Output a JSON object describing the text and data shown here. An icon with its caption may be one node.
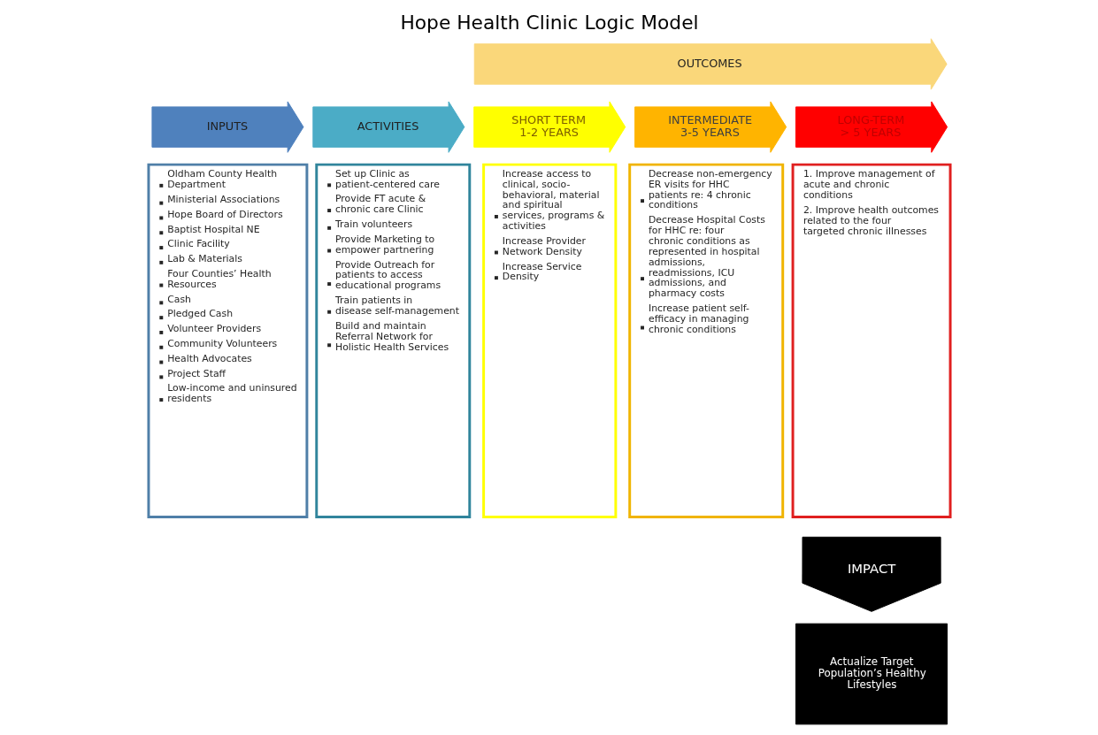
{
  "diagram": {
    "title": "Hope Health Clinic Logic Model",
    "nodes": [
      {
        "text": [
          "INPUTS"
        ]
      },
      {
        "text": [
          "ACTIVITIES"
        ]
      },
      {
        "text": [
          "OUTCOMES"
        ]
      },
      {
        "text": [
          "SHORT TERM 1-2 YEARS"
        ]
      },
      {
        "text": [
          "INTERMEDIATE 3-5 YEARS"
        ]
      },
      {
        "text": [
          "LONG-TERM > 5 YEARS"
        ]
      },
      {
        "text": [
          "Oldham County Health Department",
          "Ministerial Associations",
          "Hope Board of Directors",
          "Baptist Hospital NE",
          "Clinic Facility",
          "Lab & Materials",
          "Four Counties’ Health Resources",
          "Cash",
          "Pledged Cash",
          "Volunteer Providers",
          "Community Volunteers",
          "Health Advocates",
          "Project Staff",
          "Low-income and uninsured residents"
        ]
      },
      {
        "text": [
          "Set up Clinic as patient-centered care",
          "Provide FT acute & chronic care Clinic",
          "Train volunteers",
          "Provide Marketing to empower partnering",
          "Provide Outreach for patients to access educational programs",
          "Train patients in disease self-management",
          "Build and maintain Referral Network for Holistic Health Services"
        ]
      },
      {
        "text": [
          "Increase access to clinical, socio-behavioral, material and spiritual services, programs & activities",
          "Increase Provider Network Density",
          "Increase Service Density"
        ]
      },
      {
        "text": [
          "Decrease non-emergency ER visits for HHC patients re: 4 chronic conditions",
          "Decrease Hospital Costs for HHC re: four chronic conditions as represented in hospital admissions, readmissions, ICU admissions, and pharmacy costs",
          "Increase patient self-efficacy in managing chronic conditions"
        ]
      },
      {
        "text": [
          "1. Improve management of acute and chronic conditions",
          "2. Improve health outcomes related to the four targeted chronic illnesses"
        ]
      },
      {
        "text": [
          "IMPACT"
        ]
      },
      {
        "text": [
          "Actualize Target Population’s Healthy Lifestyles"
        ]
      }
    ]
  }
}
